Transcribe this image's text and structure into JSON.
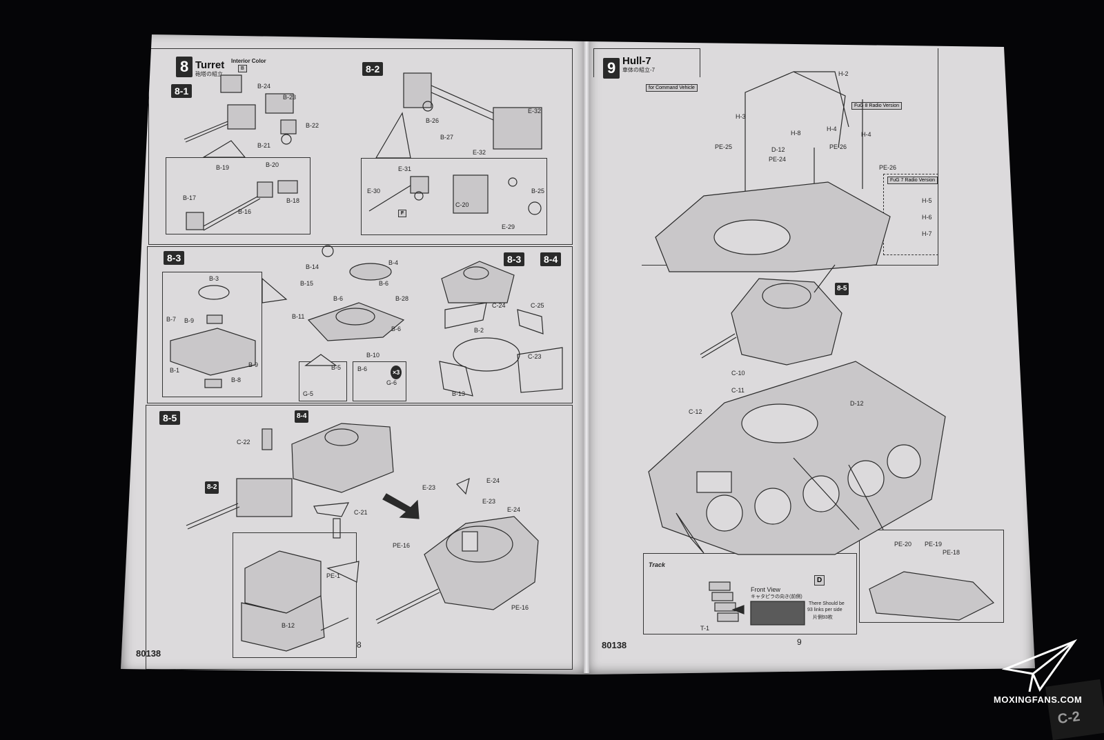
{
  "left_page": {
    "step_number": "8",
    "step_title": "Turret",
    "step_subtitle": "砲塔の組立",
    "interior_color_label": "Interior Color",
    "interior_color_code": "B",
    "sub_steps": [
      "8-1",
      "8-2",
      "8-3",
      "8-4",
      "8-5"
    ],
    "ref_tags": [
      "8-1",
      "8-3",
      "8-4",
      "8-2"
    ],
    "paint_codes": [
      "F"
    ],
    "multiplier": "×3",
    "part_labels_8_1": [
      "B-24",
      "B-23",
      "B-22",
      "B-21",
      "B-19",
      "B-20",
      "B-17",
      "B-16",
      "B-18"
    ],
    "part_labels_8_2": [
      "E-32",
      "B-26",
      "B-27",
      "E-32",
      "E-31",
      "E-30",
      "C-20",
      "B-25",
      "E-29"
    ],
    "part_labels_8_3": [
      "B-3",
      "B-7",
      "B-9",
      "B-1",
      "B-9",
      "B-8",
      "B-14",
      "B-4",
      "B-15",
      "B-6",
      "B-28",
      "B-6",
      "B-11",
      "B-6",
      "B-10",
      "B-5",
      "G-5",
      "B-6",
      "G-6"
    ],
    "part_labels_8_4": [
      "C-24",
      "C-25",
      "B-2",
      "C-23",
      "B-13"
    ],
    "part_labels_8_5": [
      "C-22",
      "C-21",
      "E-23",
      "E-24",
      "E-23",
      "E-24",
      "PE-16",
      "PE-1",
      "PE-16",
      "B-12"
    ],
    "page_number": "8",
    "product_code": "80138"
  },
  "right_page": {
    "step_number": "9",
    "step_title": "Hull-7",
    "step_subtitle": "車体の組立-7",
    "version_command": "for Command Vehicle",
    "version_fug8": "FuG 8 Radio Version",
    "version_fug7": "FuG 7 Radio Version",
    "ref_tag": "8-5",
    "part_labels_top": [
      "H-2",
      "H-3",
      "H-8",
      "H-4",
      "H-4",
      "PE-25",
      "D-12",
      "PE-26",
      "PE-24",
      "PE-26",
      "H-5",
      "H-6",
      "H-7"
    ],
    "part_labels_hull": [
      "C-10",
      "C-11",
      "C-12",
      "D-12"
    ],
    "track_label": "Track",
    "front_view_label": "Front View",
    "front_view_jp": "キャタピラの向き(前側)",
    "track_note_lines": [
      "There Should be",
      "93 links per side",
      "片側93枚"
    ],
    "track_part": "T-1",
    "track_paint_code": "D",
    "detail_labels": [
      "PE-20",
      "PE-19",
      "PE-18"
    ],
    "page_number": "9",
    "product_code": "80138"
  },
  "watermark": {
    "site": "MOXINGFANS.COM"
  },
  "background_text": "C-2"
}
